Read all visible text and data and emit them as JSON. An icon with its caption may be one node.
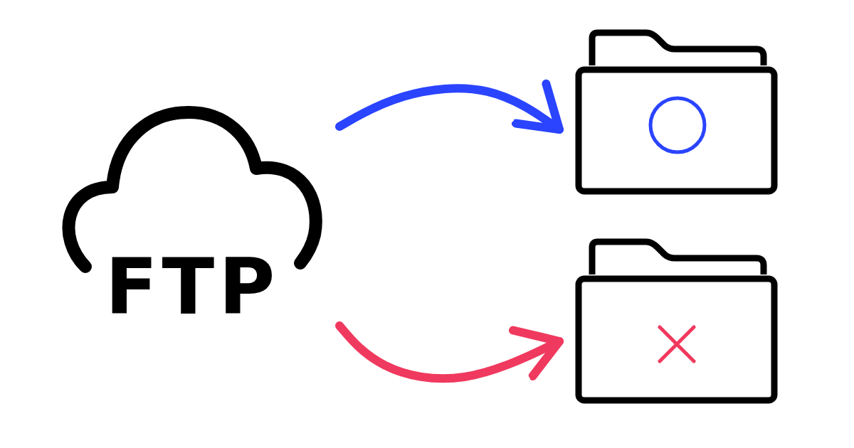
{
  "diagram": {
    "nodes": [
      {
        "text": [
          "FTP"
        ]
      },
      {
        "text": [],
        "shape": "folder"
      },
      {
        "text": [],
        "shape": "folder"
      }
    ],
    "edges": [
      {
        "from": 0,
        "to": 1,
        "arrow": "to",
        "color": "#2a44ff"
      },
      {
        "from": 0,
        "to": 2,
        "arrow": "to",
        "color": "#f0395e"
      }
    ]
  }
}
